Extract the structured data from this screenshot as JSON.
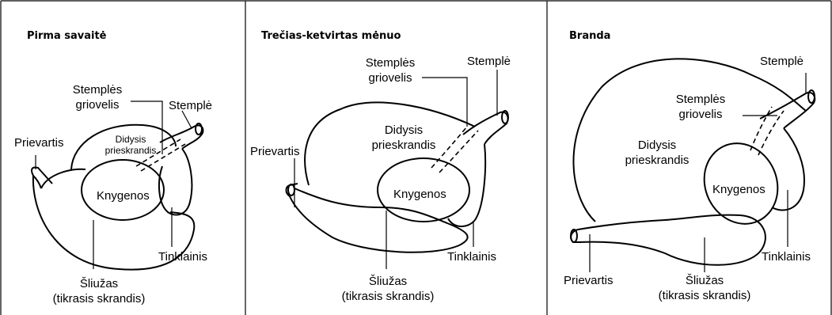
{
  "panels": [
    {
      "title": "Pirma savaitė",
      "labels": {
        "stemples_griovelis_1": "Stemplės",
        "stemples_griovelis_2": "griovelis",
        "stemple": "Stemplė",
        "prievartis": "Prievartis",
        "didysis_1": "Didysis",
        "didysis_2": "prieskrandis",
        "knygenos": "Knygenos",
        "tinklainis": "Tinklainis",
        "sliuzas_1": "Šliužas",
        "sliuzas_2": "(tikrasis skrandis)"
      }
    },
    {
      "title": "Trečias-ketvirtas mėnuo",
      "labels": {
        "stemples_griovelis_1": "Stemplės",
        "stemples_griovelis_2": "griovelis",
        "stemple": "Stemplė",
        "prievartis": "Prievartis",
        "didysis_1": "Didysis",
        "didysis_2": "prieskrandis",
        "knygenos": "Knygenos",
        "tinklainis": "Tinklainis",
        "sliuzas_1": "Šliužas",
        "sliuzas_2": "(tikrasis skrandis)"
      }
    },
    {
      "title": "Branda",
      "labels": {
        "stemple": "Stemplė",
        "stemples_griovelis_1": "Stemplės",
        "stemples_griovelis_2": "griovelis",
        "didysis_1": "Didysis",
        "didysis_2": "prieskrandis",
        "knygenos": "Knygenos",
        "tinklainis": "Tinklainis",
        "prievartis": "Prievartis",
        "sliuzas_1": "Šliužas",
        "sliuzas_2": "(tikrasis skrandis)"
      }
    }
  ]
}
